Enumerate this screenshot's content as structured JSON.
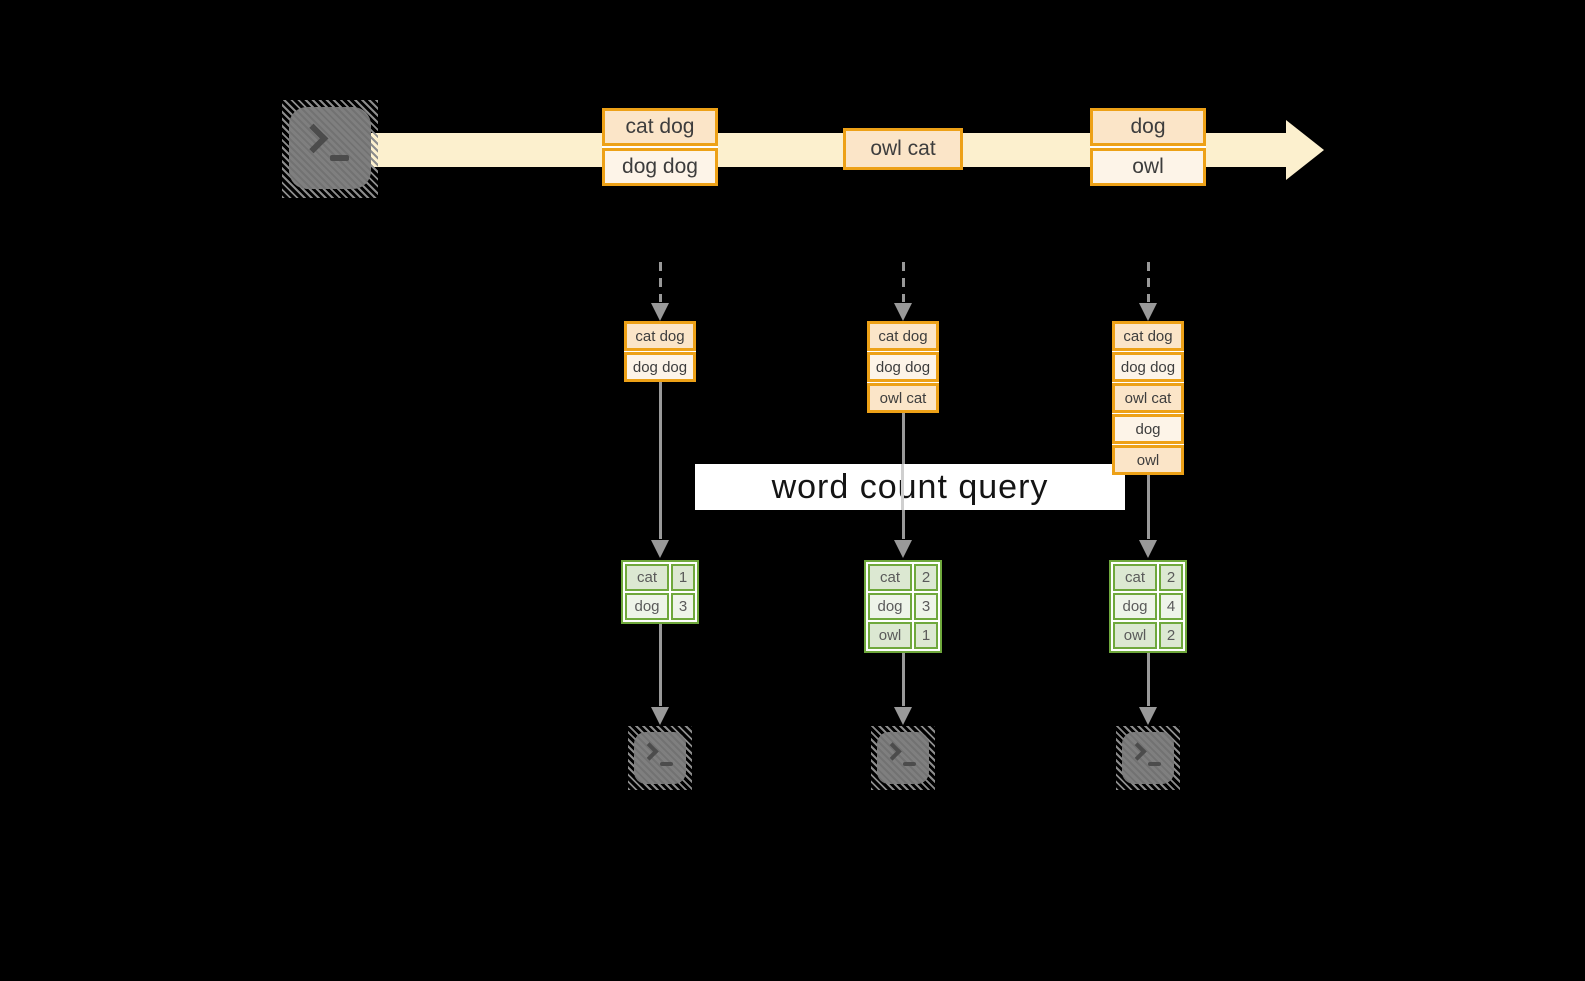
{
  "banner": {
    "label": "word count query"
  },
  "source_terminal": {
    "icon": "terminal-icon"
  },
  "timeline_events": [
    {
      "lines": [
        "cat dog",
        "dog dog"
      ]
    },
    {
      "lines": [
        "owl cat"
      ]
    },
    {
      "lines": [
        "dog",
        "owl"
      ]
    }
  ],
  "query_columns": [
    {
      "batch_lines": [
        "cat dog",
        "dog dog"
      ],
      "word_counts": [
        {
          "word": "cat",
          "count": "1"
        },
        {
          "word": "dog",
          "count": "3"
        }
      ],
      "output_terminal": {
        "icon": "terminal-icon"
      }
    },
    {
      "batch_lines": [
        "cat dog",
        "dog dog",
        "owl cat"
      ],
      "word_counts": [
        {
          "word": "cat",
          "count": "2"
        },
        {
          "word": "dog",
          "count": "3"
        },
        {
          "word": "owl",
          "count": "1"
        }
      ],
      "output_terminal": {
        "icon": "terminal-icon"
      }
    },
    {
      "batch_lines": [
        "cat dog",
        "dog dog",
        "owl cat",
        "dog",
        "owl"
      ],
      "word_counts": [
        {
          "word": "cat",
          "count": "2"
        },
        {
          "word": "dog",
          "count": "4"
        },
        {
          "word": "owl",
          "count": "2"
        }
      ],
      "output_terminal": {
        "icon": "terminal-icon"
      }
    }
  ],
  "colors": {
    "background": "#000000",
    "timeline_band": "#fcf0ce",
    "box_border_orange": "#eda117",
    "box_fill_peach": "#fbe5c8",
    "box_fill_cream": "#fdf4e8",
    "table_border_green": "#6fa83c",
    "table_fill_dark": "#dce8d2",
    "table_fill_light": "#eef4e9",
    "arrow_gray": "#999999",
    "terminal_gray": "#7f7f7f",
    "banner_bg": "#ffffff",
    "banner_text": "#141414"
  }
}
